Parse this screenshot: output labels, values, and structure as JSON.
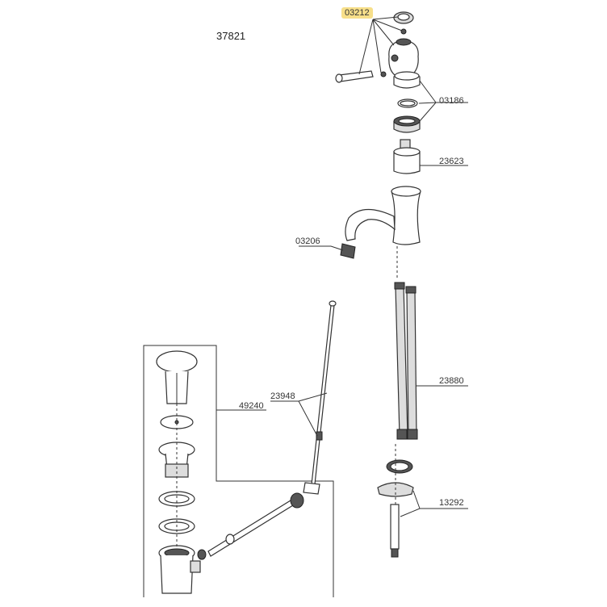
{
  "model_number": "37821",
  "parts": [
    {
      "number": "03212",
      "highlighted": true
    },
    {
      "number": "03186"
    },
    {
      "number": "23623"
    },
    {
      "number": "03206"
    },
    {
      "number": "23880"
    },
    {
      "number": "23948"
    },
    {
      "number": "49240"
    },
    {
      "number": "13292"
    }
  ],
  "colors": {
    "highlight": "#f7df8a",
    "line": "#333333"
  }
}
